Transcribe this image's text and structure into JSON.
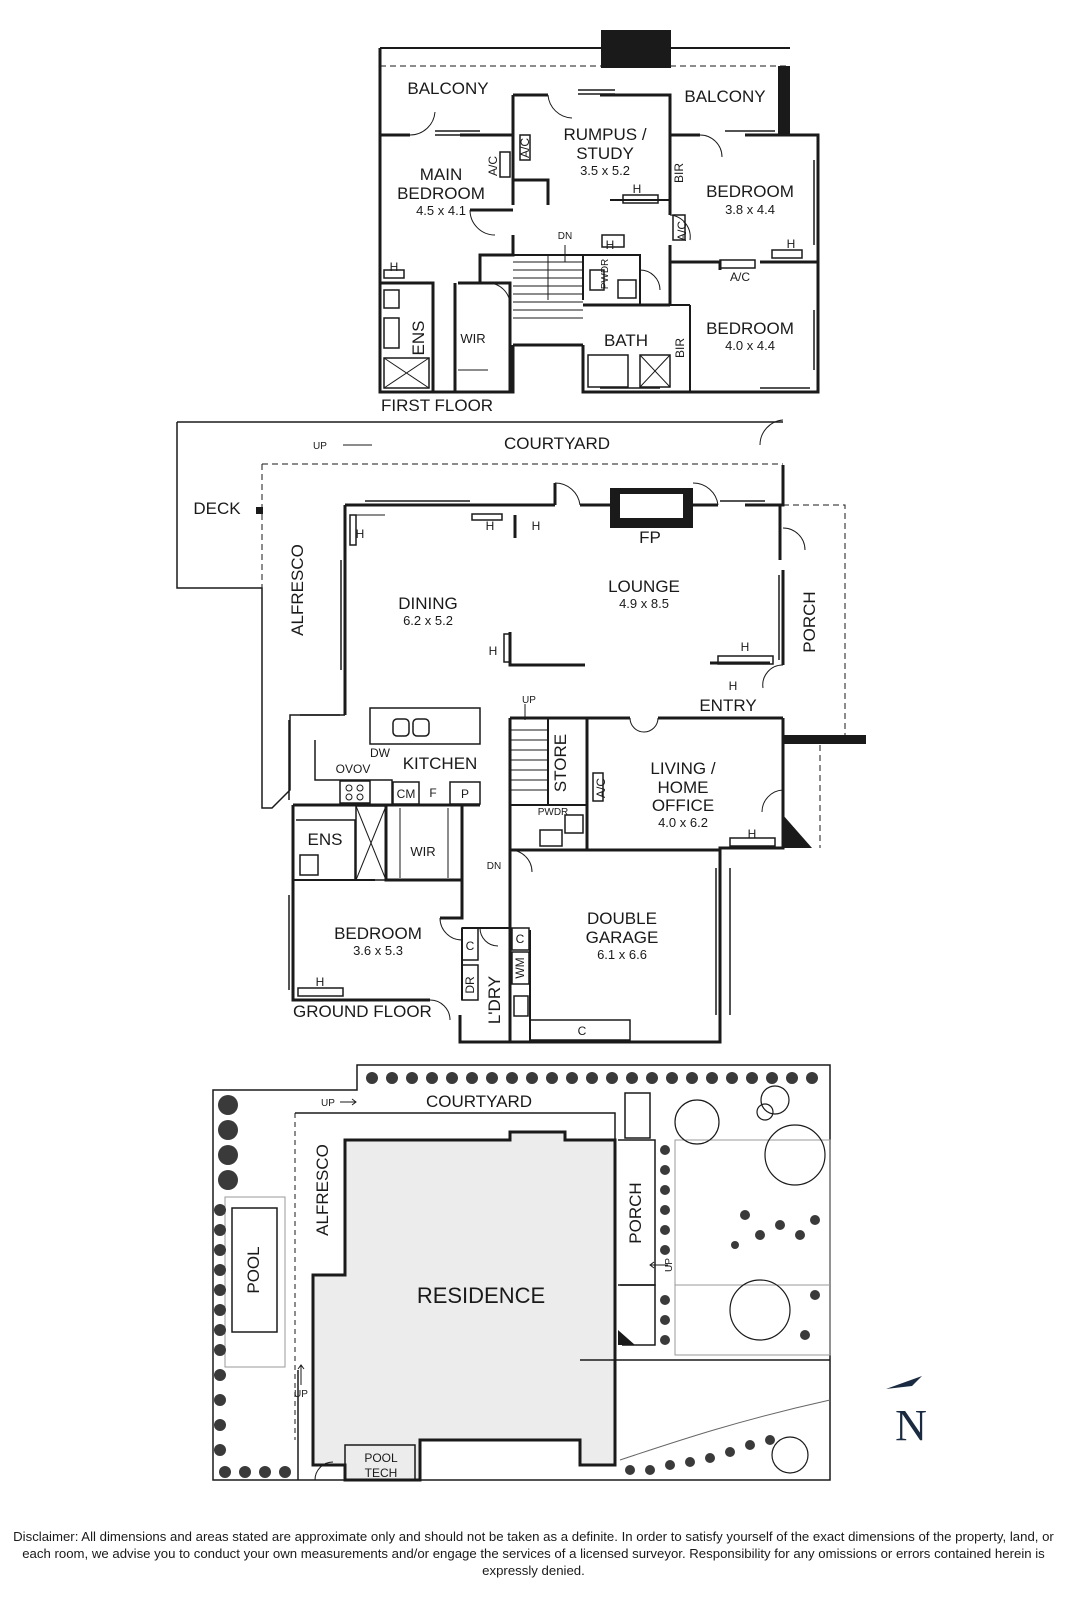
{
  "first_floor": {
    "title": "FIRST FLOOR",
    "balcony_left": "BALCONY",
    "balcony_right": "BALCONY",
    "rumpus_name_1": "RUMPUS /",
    "rumpus_name_2": "STUDY",
    "rumpus_dim": "3.5 x 5.2",
    "main_bed_name_1": "MAIN",
    "main_bed_name_2": "BEDROOM",
    "main_bed_dim": "4.5 x 4.1",
    "bed2_name": "BEDROOM",
    "bed2_dim": "3.8 x 4.4",
    "bed3_name": "BEDROOM",
    "bed3_dim": "4.0 x 4.4",
    "ens": "ENS",
    "wir": "WIR",
    "bath": "BATH",
    "bir_1": "BIR",
    "bir_2": "BIR",
    "ac_1": "A/C",
    "ac_2": "A/C",
    "ac_3": "A/C",
    "ac_4": "A/C",
    "dn": "DN",
    "pwdr": "PWDR",
    "h": "H"
  },
  "ground_floor": {
    "title": "GROUND FLOOR",
    "courtyard": "COURTYARD",
    "deck": "DECK",
    "alfresco": "ALFRESCO",
    "porch": "PORCH",
    "fp": "FP",
    "up": "UP",
    "dining_name": "DINING",
    "dining_dim": "6.2 x 5.2",
    "lounge_name": "LOUNGE",
    "lounge_dim": "4.9 x 8.5",
    "entry": "ENTRY",
    "kitchen": "KITCHEN",
    "dw": "DW",
    "ovov": "OVOV",
    "cm": "CM",
    "f": "F",
    "p": "P",
    "store": "STORE",
    "ac": "A/C",
    "living_1": "LIVING /",
    "living_2": "HOME",
    "living_3": "OFFICE",
    "living_dim": "4.0 x 6.2",
    "pwdr": "PWDR",
    "ens": "ENS",
    "wir": "WIR",
    "dn": "DN",
    "bedroom_name": "BEDROOM",
    "bedroom_dim": "3.6 x 5.3",
    "garage_1": "DOUBLE",
    "garage_2": "GARAGE",
    "garage_dim": "6.1 x 6.6",
    "c": "C",
    "dr": "DR",
    "ldry": "L'DRY",
    "wm": "WM",
    "h": "H"
  },
  "site": {
    "courtyard": "COURTYARD",
    "alfresco": "ALFRESCO",
    "porch": "PORCH",
    "pool": "POOL",
    "residence": "RESIDENCE",
    "pool_tech_1": "POOL",
    "pool_tech_2": "TECH",
    "up": "UP",
    "north": "N"
  },
  "disclaimer": "Disclaimer: All dimensions and areas stated are approximate only and should not be taken as a definite. In order to satisfy yourself of the exact dimensions of the property, land, or each room, we advise you to conduct your own measurements and/or engage the services of a licensed surveyor. Responsibility for any omissions or errors contained herein is expressly denied."
}
